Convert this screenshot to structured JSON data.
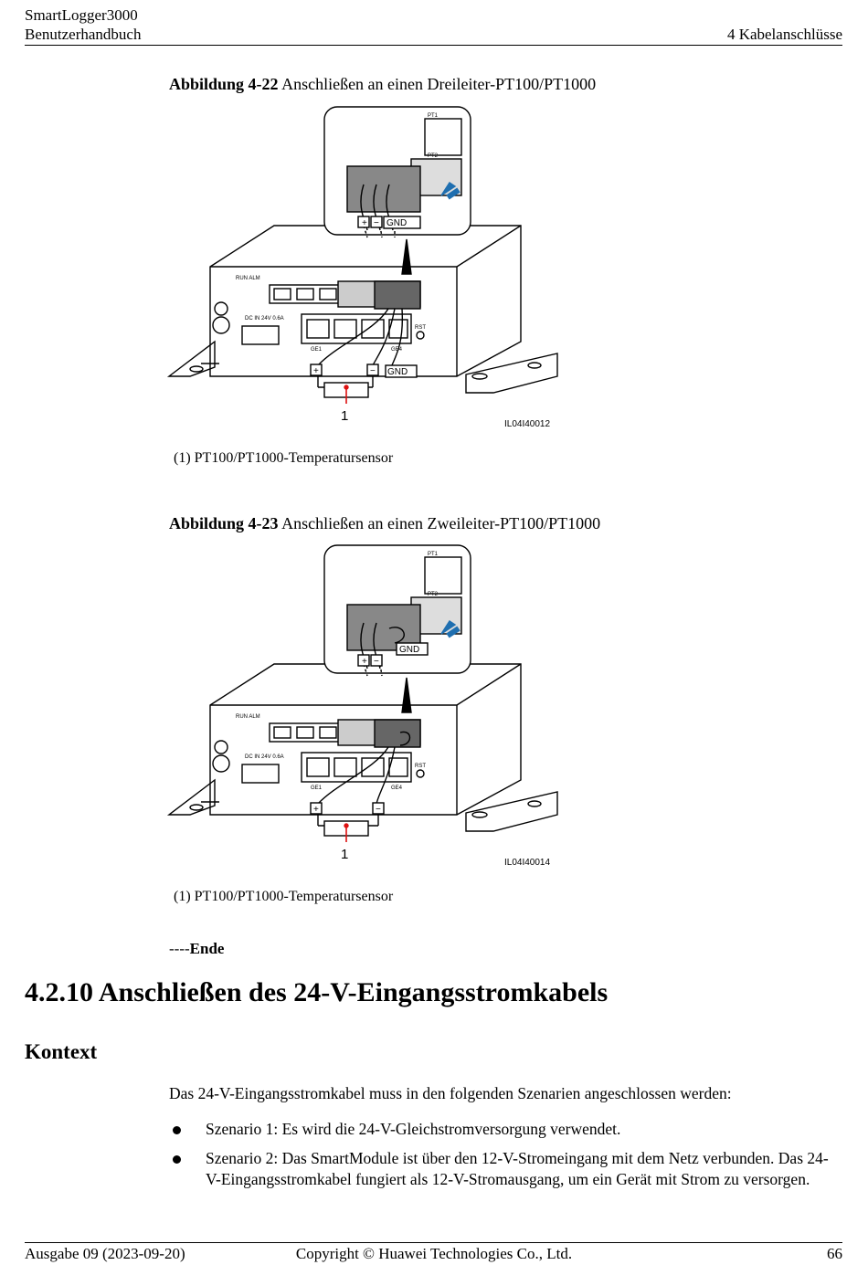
{
  "header": {
    "product": "SmartLogger3000",
    "manual": "Benutzerhandbuch",
    "chapter": "4 Kabelanschlüsse"
  },
  "figure1": {
    "label": "Abbildung 4-22",
    "caption": "Anschließen an einen Dreileiter-PT100/PT1000",
    "image_id": "IL04I40012",
    "callout": "1",
    "terminals": {
      "plus": "+",
      "minus": "−",
      "gnd": "GND",
      "pt1": "PT1",
      "pt2": "PT2"
    },
    "device_labels": {
      "run_alm": "RUN ALM",
      "dc_in": "DC IN 24V 0.6A",
      "rst": "RST",
      "ge1": "GE1",
      "ge4": "GE4"
    },
    "legend": "(1) PT100/PT1000-Temperatursensor"
  },
  "figure2": {
    "label": "Abbildung 4-23",
    "caption": "Anschließen an einen Zweileiter-PT100/PT1000",
    "image_id": "IL04I40014",
    "callout": "1",
    "terminals": {
      "plus": "+",
      "minus": "−",
      "gnd": "GND",
      "pt1": "PT1",
      "pt2": "PT2"
    },
    "device_labels": {
      "run_alm": "RUN ALM",
      "dc_in": "DC IN 24V 0.6A",
      "rst": "RST",
      "ge1": "GE1",
      "ge4": "GE4"
    },
    "legend": "(1) PT100/PT1000-Temperatursensor"
  },
  "ende": {
    "dashes": "----",
    "word": "Ende"
  },
  "section": {
    "heading": "4.2.10 Anschließen des 24-V-Eingangsstromkabels",
    "subheading": "Kontext",
    "intro": "Das 24-V-Eingangsstromkabel muss in den folgenden Szenarien angeschlossen werden:",
    "bullets": [
      "Szenario 1: Es wird die 24-V-Gleichstromversorgung verwendet.",
      "Szenario 2: Das SmartModule ist über den 12-V-Stromeingang mit dem Netz verbunden. Das 24-V-Eingangsstromkabel fungiert als 12-V-Stromausgang, um ein Gerät mit Strom zu versorgen."
    ]
  },
  "footer": {
    "edition": "Ausgabe 09 (2023-09-20)",
    "copyright": "Copyright © Huawei Technologies Co., Ltd.",
    "page": "66"
  }
}
